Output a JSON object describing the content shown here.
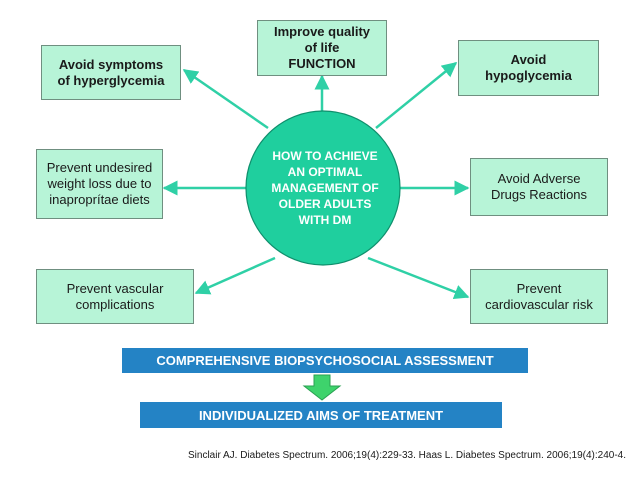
{
  "diagram": {
    "center": [
      "HOW TO ACHIEVE",
      "AN OPTIMAL",
      "MANAGEMENT OF",
      "OLDER ADULTS",
      "WITH DM"
    ],
    "top_box": [
      "Improve quality",
      "of life",
      "FUNCTION"
    ],
    "left_boxes": [
      [
        "Avoid symptoms",
        "of hyperglycemia"
      ],
      [
        "Prevent undesired",
        "weight loss due to",
        "inaproprítae diets"
      ],
      [
        "Prevent vascular",
        "complications"
      ]
    ],
    "right_boxes": [
      [
        "Avoid",
        "hypoglycemia"
      ],
      [
        "Avoid Adverse",
        "Drugs Reactions"
      ],
      [
        "Prevent",
        "cardiovascular risk"
      ]
    ],
    "assessment_banner": "COMPREHENSIVE BIOPSYCHOSOCIAL ASSESSMENT",
    "aims_banner": "INDIVIDUALIZED  AIMS  OF TREATMENT",
    "citation": "Sinclair AJ. Diabetes Spectrum. 2006;19(4):229-33. Haas L. Diabetes Spectrum. 2006;19(4):240-4."
  },
  "colors": {
    "box_fill": "#b7f4d7",
    "ellipse_fill": "#1fcf9e",
    "arrow": "#2fd0a6",
    "banner": "#2483c5"
  }
}
